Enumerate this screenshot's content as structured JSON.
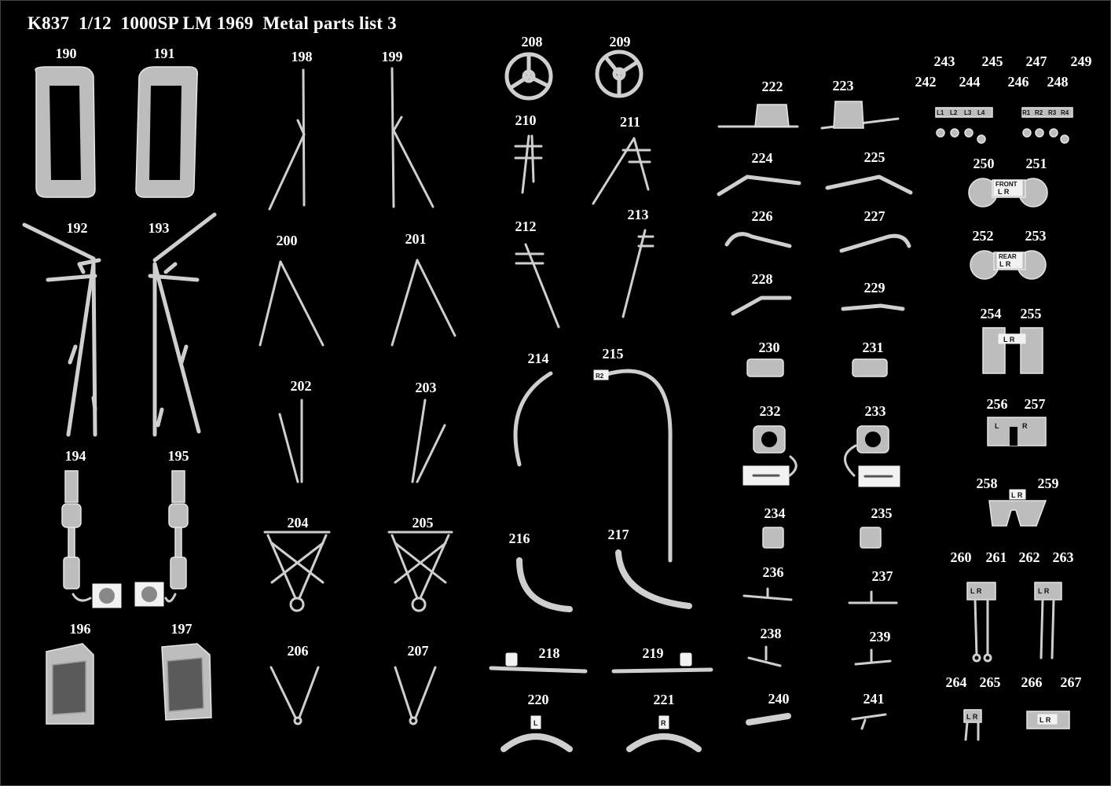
{
  "title": "K837  1/12  1000SP LM 1969  Metal parts list 3",
  "numbers": [
    "190",
    "191",
    "192",
    "193",
    "194",
    "195",
    "196",
    "197",
    "198",
    "199",
    "200",
    "201",
    "202",
    "203",
    "204",
    "205",
    "206",
    "207",
    "208",
    "209",
    "210",
    "211",
    "212",
    "213",
    "214",
    "215",
    "216",
    "217",
    "218",
    "219",
    "220",
    "221",
    "222",
    "223",
    "224",
    "225",
    "226",
    "227",
    "228",
    "229",
    "230",
    "231",
    "232",
    "233",
    "234",
    "235",
    "236",
    "237",
    "238",
    "239",
    "240",
    "241",
    "242",
    "243",
    "244",
    "245",
    "246",
    "247",
    "248",
    "249",
    "250",
    "251",
    "252",
    "253",
    "254",
    "255",
    "256",
    "257",
    "258",
    "259",
    "260",
    "261",
    "262",
    "263",
    "264",
    "265",
    "266",
    "267"
  ],
  "tags": {
    "front": "FRONT",
    "rear": "REAR",
    "l": "L",
    "r": "R",
    "r2": "R2",
    "lr": "L R",
    "l1": "L1",
    "l2": "L2",
    "l3": "L3",
    "l4": "L4",
    "r1": "R1",
    "r2b": "R2",
    "r3": "R3",
    "r4": "R4"
  }
}
